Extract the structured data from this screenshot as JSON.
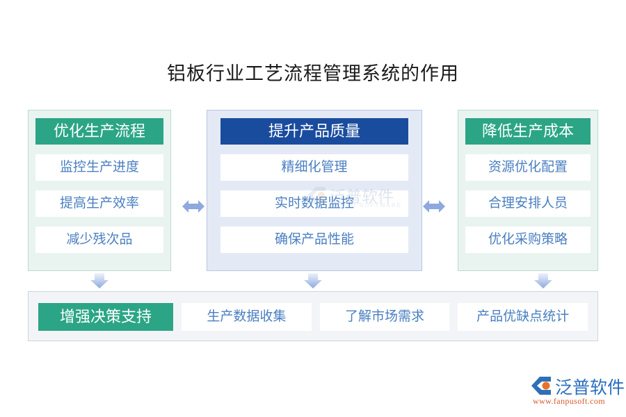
{
  "page": {
    "title": "铝板行业工艺流程管理系统的作用",
    "background_color": "#ffffff"
  },
  "colors": {
    "green_header": "#2ba586",
    "blue_header": "#1a4c9e",
    "item_text": "#4a7fc1",
    "green_panel_bg": "#e9f4f0",
    "blue_panel_bg": "#e4eaf5",
    "gray_panel_bg": "#f3f4f7",
    "arrow": "#8ea9de",
    "logo_blue": "#2a6fc0",
    "logo_orange": "#d9582b"
  },
  "columns": [
    {
      "header": "优化生产流程",
      "accent": "green",
      "items": [
        "监控生产进度",
        "提高生产效率",
        "减少残次品"
      ]
    },
    {
      "header": "提升产品质量",
      "accent": "blue",
      "items": [
        "精细化管理",
        "实时数据监控",
        "确保产品性能"
      ]
    },
    {
      "header": "降低生产成本",
      "accent": "green",
      "items": [
        "资源优化配置",
        "合理安排人员",
        "优化采购策略"
      ]
    }
  ],
  "connectors": {
    "horizontal": [
      "double-arrow-left-right",
      "double-arrow-left-right"
    ],
    "vertical": [
      "arrow-down",
      "arrow-down",
      "arrow-down"
    ]
  },
  "bottom": {
    "header": "增强决策支持",
    "items": [
      "生产数据收集",
      "了解市场需求",
      "产品优缺点统计"
    ]
  },
  "watermark": {
    "text": "泛普软件",
    "subtext": "FANPU SOFTWARE"
  },
  "logo": {
    "name": "泛普软件",
    "url": "www.fanpusoft.com"
  }
}
